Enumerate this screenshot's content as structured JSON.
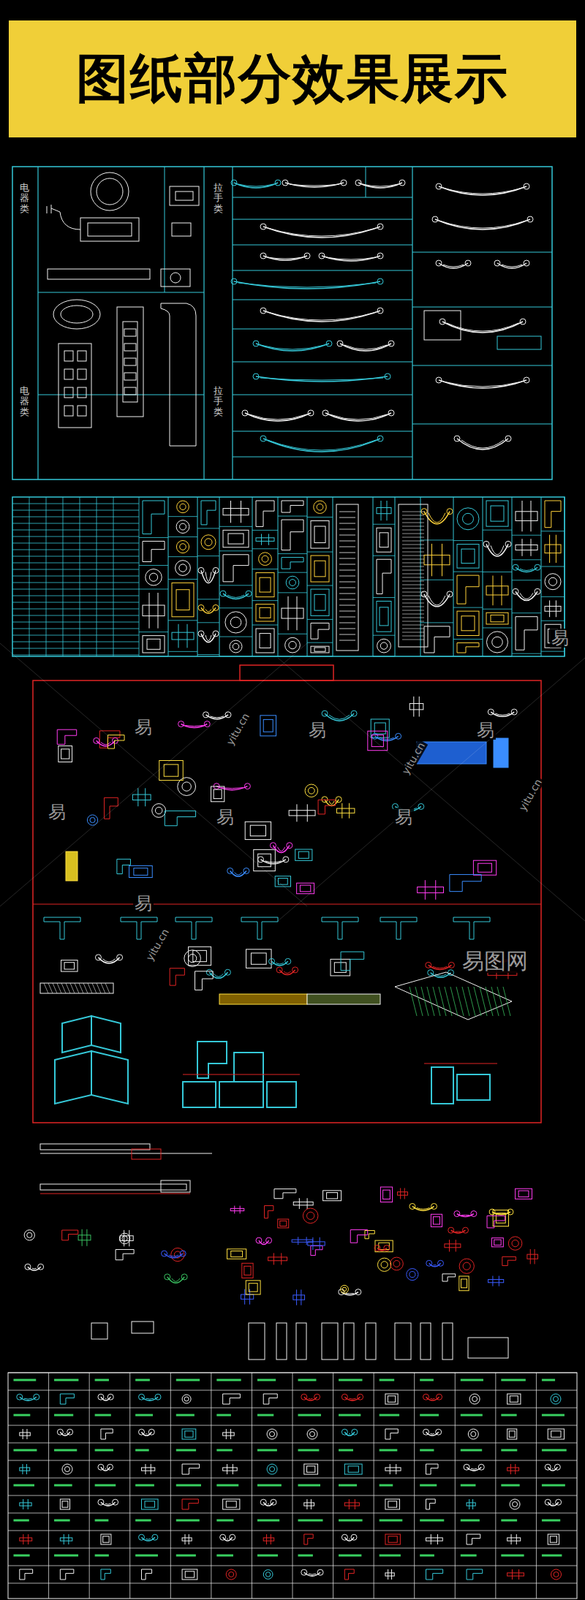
{
  "diagram": {
    "title": "图纸部分效果展示",
    "nodes": [
      {
        "text": [
          "电器类"
        ]
      },
      {
        "text": [
          "电器类"
        ]
      },
      {
        "text": [
          "拉手类"
        ]
      },
      {
        "text": [
          "拉手类"
        ]
      }
    ],
    "labels": [
      "易",
      "易",
      "易",
      "易",
      "易",
      "易",
      "易",
      "易",
      "yitu.cn",
      "yitu.cn",
      "yitu.cn",
      "yitu.cn",
      "易图网"
    ]
  }
}
